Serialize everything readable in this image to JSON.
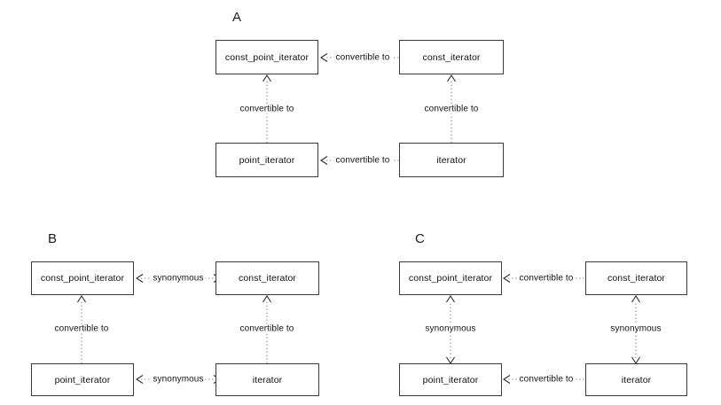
{
  "figure": {
    "title": "",
    "panels": [
      {
        "id": "A",
        "letter": "A",
        "nodes": {
          "top_left": "const_point_iterator",
          "top_right": "const_iterator",
          "bottom_left": "point_iterator",
          "bottom_right": "iterator"
        },
        "edges": {
          "top_horizontal": "convertible to",
          "bottom_horizontal": "convertible to",
          "left_vertical": "convertible to",
          "right_vertical": "convertible to"
        }
      },
      {
        "id": "B",
        "letter": "B",
        "nodes": {
          "top_left": "const_point_iterator",
          "top_right": "const_iterator",
          "bottom_left": "point_iterator",
          "bottom_right": "iterator"
        },
        "edges": {
          "top_horizontal": "synonymous",
          "bottom_horizontal": "synonymous",
          "left_vertical": "convertible to",
          "right_vertical": "convertible to"
        }
      },
      {
        "id": "C",
        "letter": "C",
        "nodes": {
          "top_left": "const_point_iterator",
          "top_right": "const_iterator",
          "bottom_left": "point_iterator",
          "bottom_right": "iterator"
        },
        "edges": {
          "top_horizontal": "convertible to",
          "bottom_horizontal": "convertible to",
          "left_vertical": "synonymous",
          "right_vertical": "synonymous"
        }
      }
    ],
    "colors": {
      "background": "#ffffff",
      "box_border": "#3a3a3a",
      "edge_line": "#8a8a8a",
      "arrow_head": "#2b2b2b",
      "text": "#111111"
    }
  }
}
